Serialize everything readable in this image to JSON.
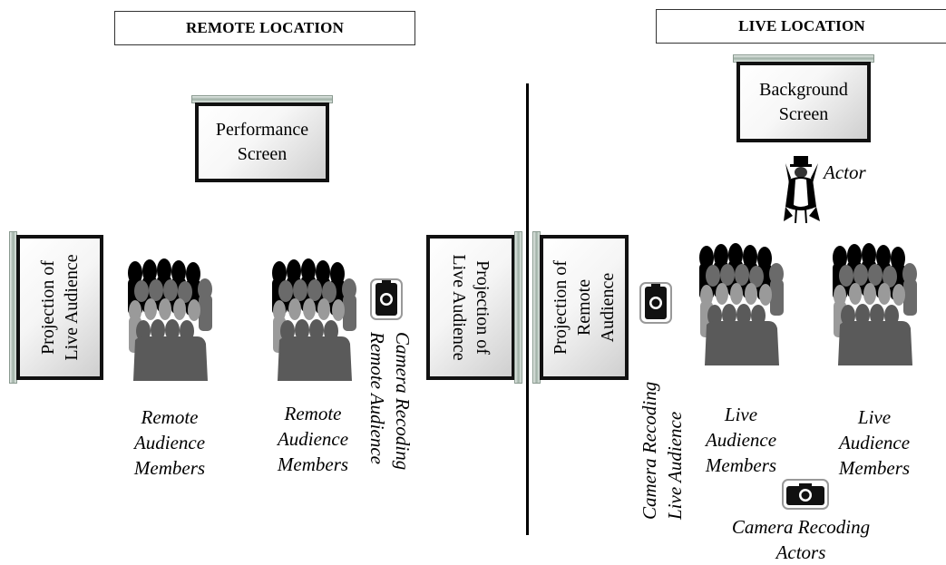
{
  "headers": {
    "remote": "REMOTE LOCATION",
    "live": "LIVE LOCATION"
  },
  "screens": {
    "performance": {
      "line1": "Performance",
      "line2": "Screen"
    },
    "background": {
      "line1": "Background",
      "line2": "Screen"
    },
    "left_projection": {
      "line1": "Projection of",
      "line2": "Live Audience"
    },
    "center_projection_live": {
      "line1": "Projection of",
      "line2": "Live Audience"
    },
    "center_projection_remote": {
      "line1": "Projection of",
      "line2": "Remote",
      "line3": "Audience"
    }
  },
  "labels": {
    "actor": "Actor",
    "remote_members_1": {
      "line1": "Remote",
      "line2": "Audience",
      "line3": "Members"
    },
    "remote_members_2": {
      "line1": "Remote",
      "line2": "Audience",
      "line3": "Members"
    },
    "camera_remote": {
      "line1": "Camera Recoding",
      "line2": "Remote Audience"
    },
    "camera_live": {
      "line1": "Camera Recoding",
      "line2": "Live Audience"
    },
    "live_members_1": {
      "line1": "Live",
      "line2": "Audience",
      "line3": "Members"
    },
    "live_members_2": {
      "line1": "Live",
      "line2": "Audience",
      "line3": "Members"
    },
    "camera_actors": {
      "line1": "Camera Recoding",
      "line2": "Actors"
    }
  },
  "icons": {
    "audience": "audience-crowd-icon",
    "camera": "camera-icon",
    "actor": "actor-figure-icon"
  },
  "colors": {
    "audience_dark": "#000000",
    "audience_mid": "#5c5c5c",
    "audience_light": "#8f8f8f",
    "audience_lightest": "#b4b4b4",
    "screen_frame": "#111111",
    "screen_rod": "#9fb0a6"
  }
}
